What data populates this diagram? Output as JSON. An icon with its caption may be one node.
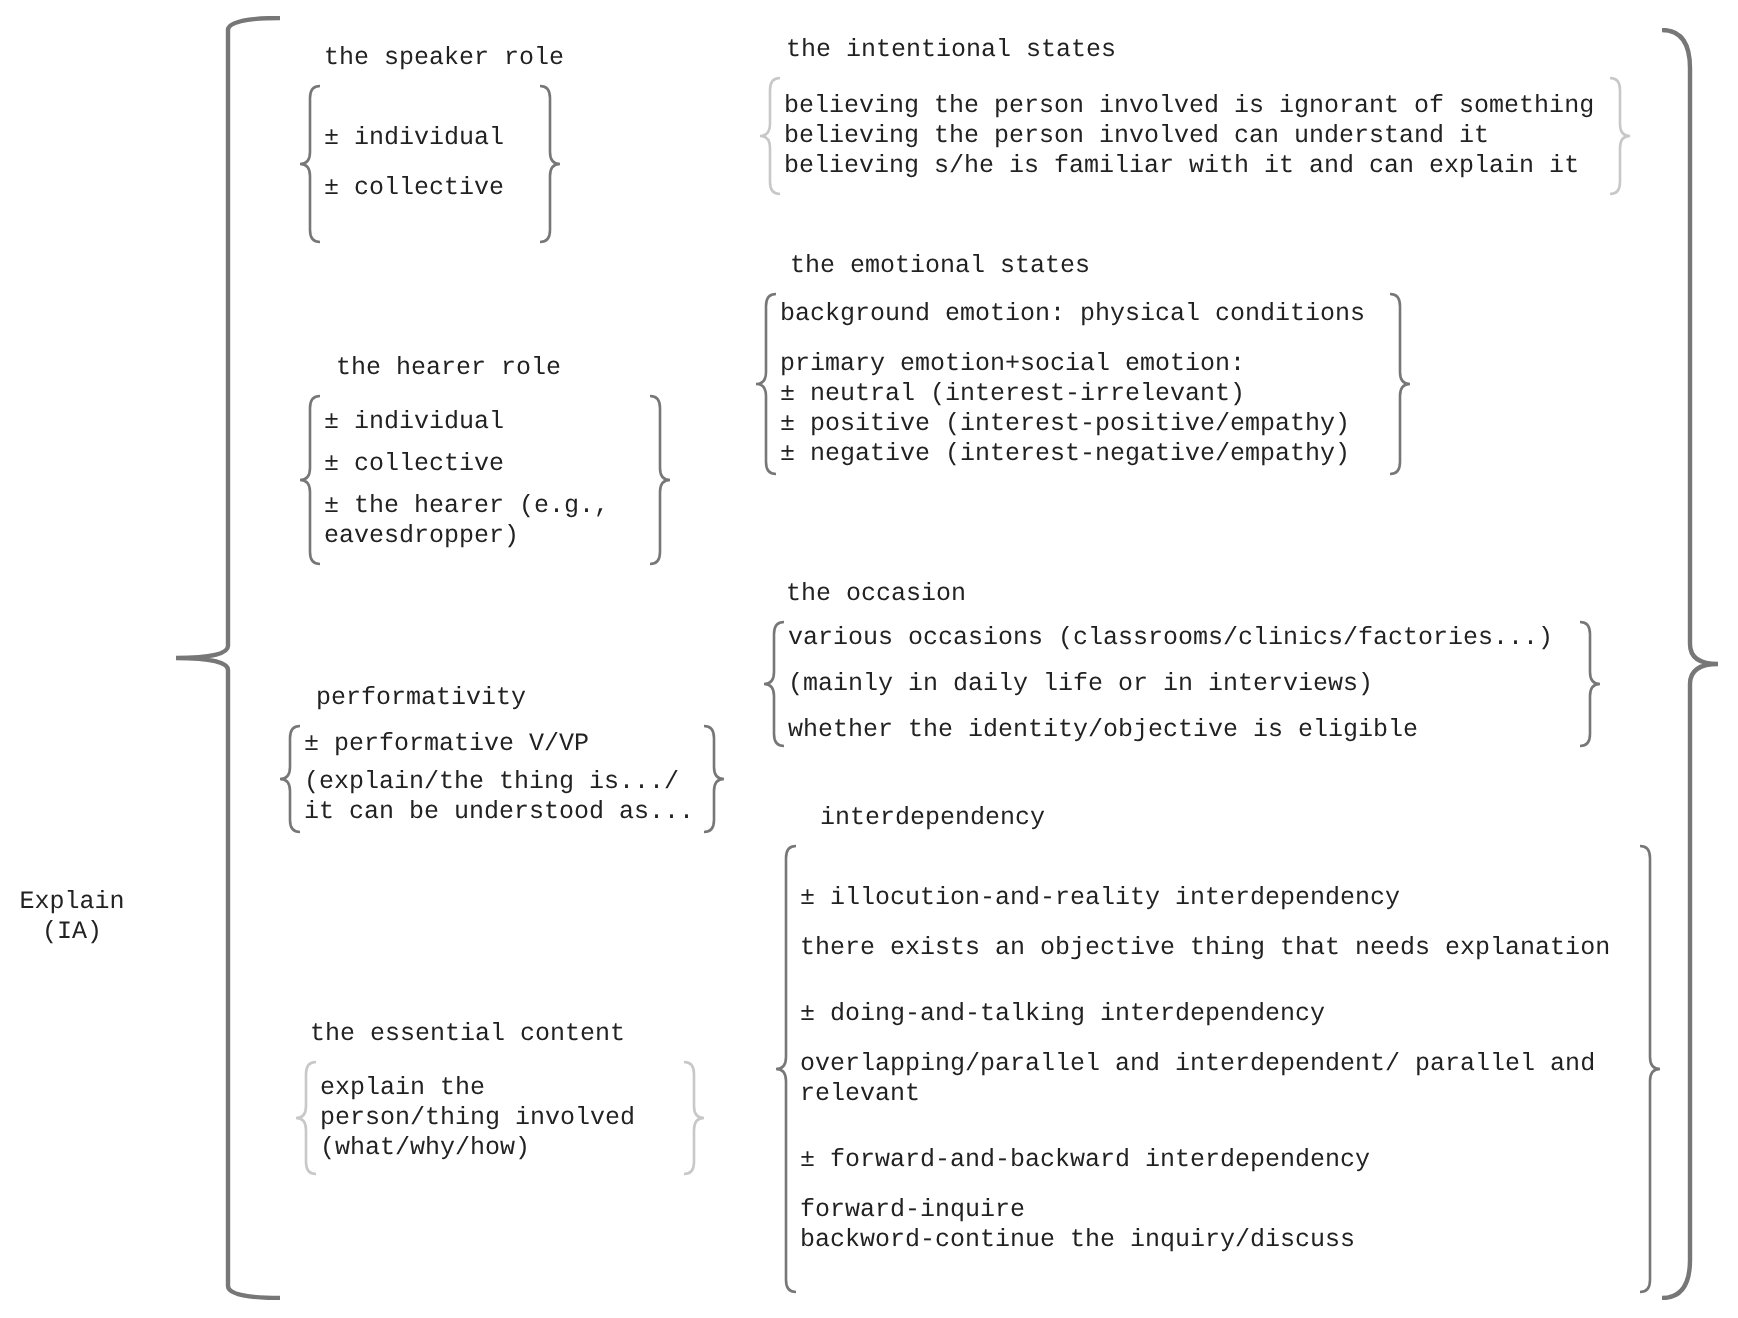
{
  "diagram": {
    "nodes": [
      {
        "text": [
          "Explain (IA)"
        ]
      },
      {
        "text": [],
        "shape": "brace"
      },
      {
        "text": [
          "the speaker role",
          "± individual",
          "± collective"
        ],
        "in": 1
      },
      {
        "text": [
          "the hearer role",
          "± individual",
          "± collective",
          "± the hearer (e.g., eavesdropper)"
        ],
        "in": 1
      },
      {
        "text": [
          "performativity",
          "± performative V/VP",
          "(explain/the thing is.../ it can be understood as..."
        ],
        "in": 1
      },
      {
        "text": [
          "the essential content",
          "explain the person/thing involved (what/why/how)"
        ],
        "in": 1
      },
      {
        "text": [
          "the intentional states",
          "believing the person involved is ignorant of something",
          "believing the person involved can understand it",
          "believing s/he is familiar with it and can explain it"
        ],
        "in": 1
      },
      {
        "text": [
          "the emotional states",
          "background emotion: physical conditions",
          "primary emotion+social emotion:",
          "± neutral (interest-irrelevant)",
          "± positive (interest-positive/empathy)",
          "± negative (interest-negative/empathy)"
        ],
        "in": 1
      },
      {
        "text": [
          "the occasion",
          "various occasions (classrooms/clinics/factories...)",
          "(mainly in daily life or in interviews)",
          "whether the identity/objective is eligible"
        ],
        "in": 1
      },
      {
        "text": [
          "interdependency",
          "± illocution-and-reality interdependency",
          "there exists an objective thing that needs explanation",
          "± doing-and-talking interdependency",
          "overlapping/parallel and interdependent/ parallel and relevant",
          "± forward-and-backward interdependency",
          "forward-inquire",
          "backword-continue the inquiry/discuss"
        ],
        "in": 1
      }
    ]
  }
}
